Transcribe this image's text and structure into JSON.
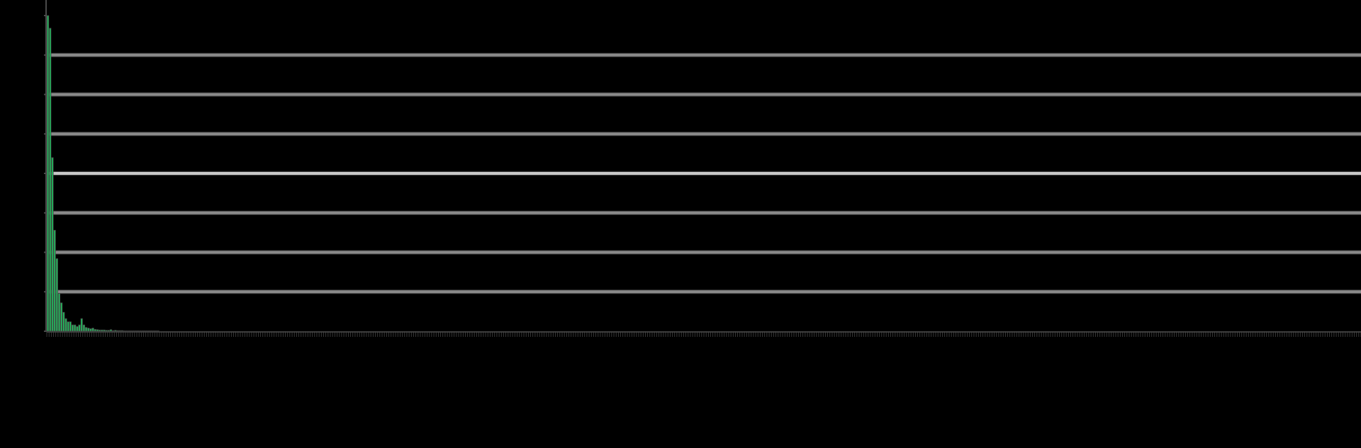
{
  "chart_data": {
    "type": "bar",
    "title": "",
    "xlabel": "",
    "ylabel": "",
    "grid": true,
    "legend": "none",
    "bar_color": "#1fc45f",
    "bar_edge_color": "#444444",
    "grid_color": "#8a8a8a",
    "highlight_grid_color": "#c8c8c8",
    "ylim": [
      0,
      100
    ],
    "values": [
      100,
      96,
      55,
      32,
      23,
      12,
      9,
      6,
      4,
      3,
      3,
      2,
      2,
      1.5,
      2,
      4,
      2,
      1.2,
      1,
      0.8,
      1,
      0.6,
      0.5,
      0.4,
      0.4,
      0.4,
      0.3,
      0.3,
      0.5,
      0.2,
      0.3,
      0.2,
      0.2,
      0.2,
      0.1,
      0.1,
      0.1,
      0.1,
      0.1,
      0.1,
      0.1,
      0.1,
      0.1,
      0.1,
      0.1,
      0.1,
      0.1,
      0.1,
      0.1,
      0.1
    ],
    "total_bins": 584
  }
}
